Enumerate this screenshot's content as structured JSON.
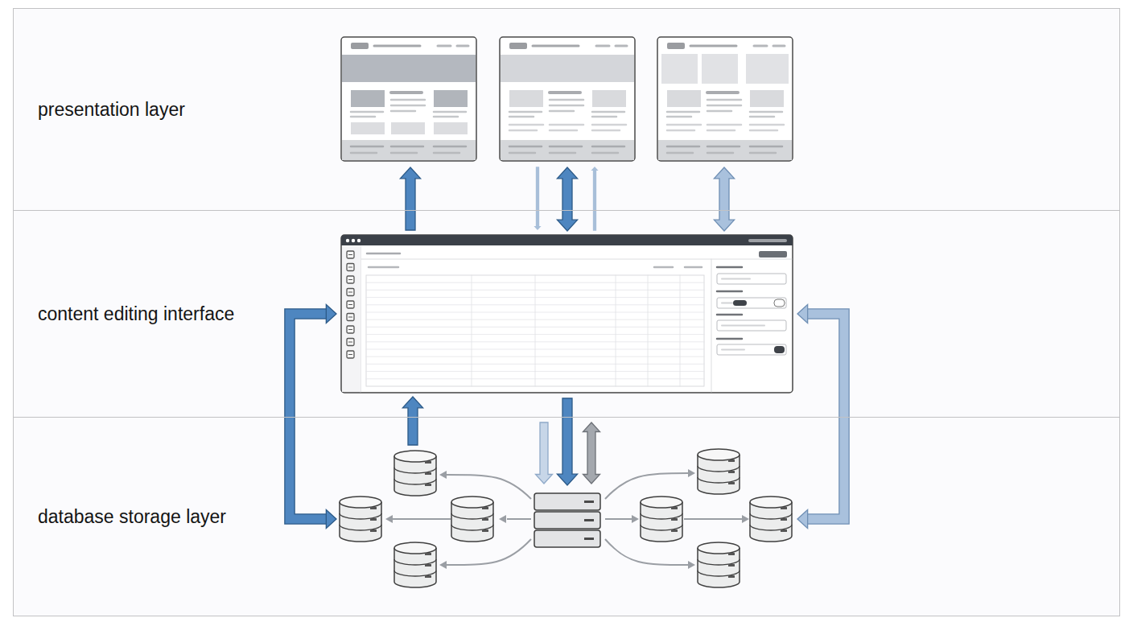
{
  "diagram": {
    "nodes": [
      {
        "text": [
          "presentation layer"
        ]
      },
      {
        "text": [
          "content editing interface"
        ]
      },
      {
        "text": [
          "database storage layer"
        ]
      }
    ]
  }
}
